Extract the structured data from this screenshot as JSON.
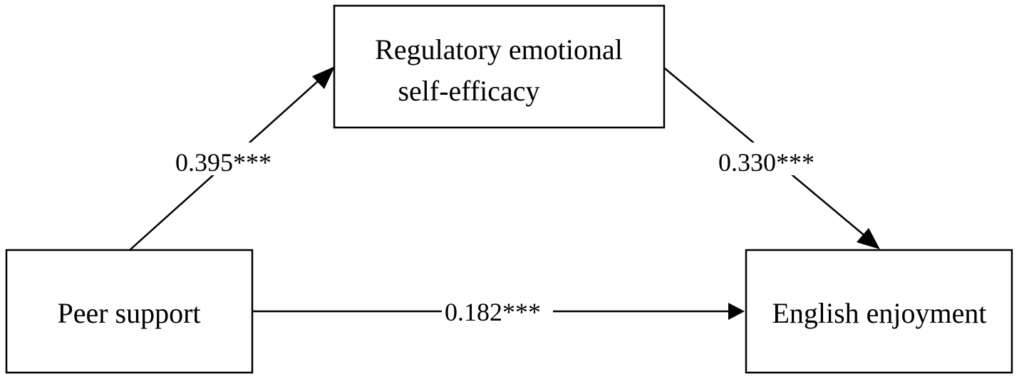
{
  "nodes": {
    "mediator": {
      "line1": "Regulatory emotional",
      "line2": "self-efficacy"
    },
    "predictor": {
      "label": "Peer support"
    },
    "outcome": {
      "label": "English enjoyment"
    }
  },
  "paths": {
    "a_path": {
      "coefficient": "0.395***"
    },
    "b_path": {
      "coefficient": "0.330***"
    },
    "c_prime_path": {
      "coefficient": "0.182***"
    }
  }
}
